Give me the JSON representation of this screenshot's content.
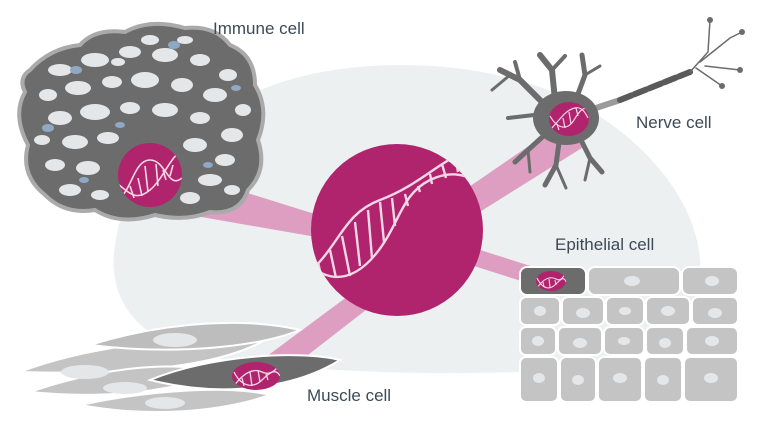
{
  "labels": {
    "immune": "Immune cell",
    "nerve": "Nerve cell",
    "epithelial": "Epithelial cell",
    "muscle": "Muscle cell"
  },
  "colors": {
    "magenta": "#b0246e",
    "cone": "#d98fb8",
    "cell_dark": "#6c6c6c",
    "cell_mid": "#8a8a8a",
    "cell_light": "#c4c4c4",
    "vacuole": "#e4e6e8",
    "granule_blue": "#8fa9c4",
    "backdrop": "#edf0f1",
    "text": "#3c4a57"
  }
}
